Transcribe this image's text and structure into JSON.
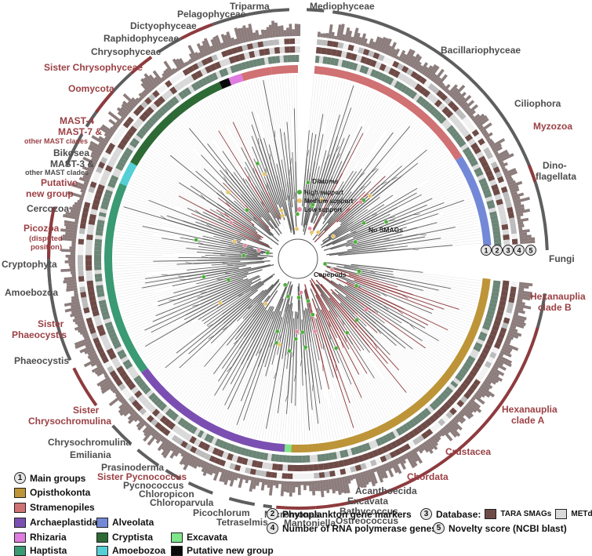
{
  "clade_labels": {
    "triparma": "Triparma",
    "mediophyceae": "Mediophyceae",
    "pelagophyceae": "Pelagophyceae",
    "dictyophyceae": "Dictyophyceae",
    "raphidophyceae": "Raphidophyceae",
    "chrysophyceae": "Chrysophyceae",
    "bacillariophyceae": "Bacillariophyceae",
    "sister_chrysophyceae": "Sister Chrysophyceae",
    "oomycota": "Oomycota",
    "ciliophora": "Ciliophora",
    "mast4_l1": "MAST-4",
    "mast4_l2": "MAST-7 &",
    "mast4_l3": "other MAST clades",
    "myzozoa": "Myzozoa",
    "bikosea": "Bikosea",
    "mast3_l1": "MAST-3 &",
    "mast3_l2": "other MAST clades",
    "dino_l1": "Dino-",
    "dino_l2": "flagellata",
    "putative_l1": "Putative",
    "putative_l2": "new group",
    "cercozoa": "Cercozoa",
    "picozoa_l1": "Picozoa",
    "picozoa_l2": "(disputed",
    "picozoa_l3": "position)",
    "cryptophyta": "Cryptophyta",
    "fungi": "Fungi",
    "amoebozoa": "Amoebozoa",
    "hexa_b_l1": "Hexanauplia",
    "hexa_b_l2": "clade B",
    "sister_phaeo_l1": "Sister",
    "sister_phaeo_l2": "Phaeocystis",
    "phaeocystis": "Phaeocystis",
    "sister_chryso_l1": "Sister",
    "sister_chryso_l2": "Chrysochromulina",
    "hexa_a_l1": "Hexanauplia",
    "hexa_a_l2": "clade A",
    "chrysochromulina": "Chrysochromulina",
    "crustacea": "Crustacea",
    "emiliania": "Emiliania",
    "prasinoderma": "Prasinoderma",
    "sister_pycno": "Sister Pycnococcus",
    "chordata": "Chordata",
    "pycnococcus": "Pycnococcus",
    "chloropicon": "Chloropicon",
    "chloroparvula": "Chloroparvula",
    "picochlorum": "Picochlorum",
    "tetraselmis": "Tetraselmis",
    "micromonas": "Micromonas",
    "mantoniella": "Mantoniella",
    "acanthoecida": "Acanthoecida",
    "excavata": "Excavata",
    "bathycoccus": "Bathycoccus",
    "ostreococcus": "Ostreococcus"
  },
  "tree_labels": {
    "diatoms": "Diatoms",
    "no_smags": "No SMAGs",
    "copepods": "Copepods"
  },
  "support_legend": [
    {
      "label": "High support",
      "color": "#4caf3a"
    },
    {
      "label": "Medium support",
      "color": "#e9c46a"
    },
    {
      "label": "Low support",
      "color": "#e48aa4"
    }
  ],
  "ring_numbers": [
    "1",
    "2",
    "3",
    "4",
    "5"
  ],
  "legend": {
    "main_groups_number": "1",
    "main_groups_title": "Main groups",
    "groups": [
      {
        "name": "Opisthokonta",
        "color": "#bd9538"
      },
      {
        "name": "Stramenopiles",
        "color": "#d07173"
      },
      {
        "name": "Archaeplastida",
        "color": "#7b4fb2"
      },
      {
        "name": "Alveolata",
        "color": "#7389d8"
      },
      {
        "name": "Rhizaria",
        "color": "#df7ce0"
      },
      {
        "name": "Cryptista",
        "color": "#2e6a36"
      },
      {
        "name": "Excavata",
        "color": "#7fe58a"
      },
      {
        "name": "Haptista",
        "color": "#3a9a73"
      },
      {
        "name": "Amoebozoa",
        "color": "#55cfd6"
      },
      {
        "name": "Putative new group",
        "color": "#0a0a0a"
      }
    ],
    "ring2_number": "2",
    "ring2_label": "Phytoplankton gene markers",
    "ring3_number": "3",
    "ring3_label": "Database:",
    "db_tara": "TARA SMAGs",
    "db_tara_color": "#6e4b47",
    "db_metdb": "METdb",
    "db_metdb_color": "#d9d9d9",
    "ring4_number": "4",
    "ring4_label": "Number of RNA polymerase genes",
    "ring5_number": "5",
    "ring5_label": "Novelty score (NCBI blast)"
  },
  "colors": {
    "label_gray": "#4d4d4d",
    "label_red": "#9b4145",
    "bracket_gray": "#5e5e5e",
    "bracket_red": "#8e3b3e",
    "ring2_gray": "#6b8576",
    "ring_light": "#dcdcdc",
    "hist_color": "#8c7c7c",
    "branch_gray": "#606060",
    "branch_red": "#8e3b3e"
  }
}
